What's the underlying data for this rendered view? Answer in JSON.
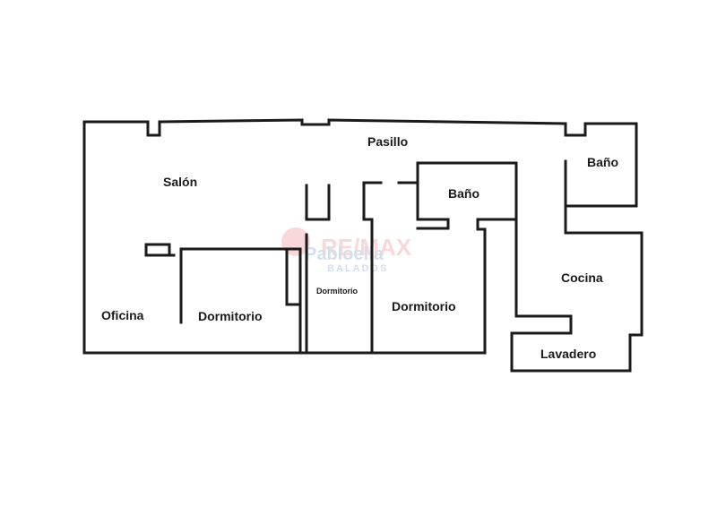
{
  "floorplan": {
    "rooms": {
      "salon": "Salón",
      "pasillo": "Pasillo",
      "bano1": "Baño",
      "bano2": "Baño",
      "cocina": "Cocina",
      "oficina": "Oficina",
      "dormitorio1": "Dormitorio",
      "dormitorio2": "Dormitorio",
      "dormitorio3": "Dormitorio",
      "lavadero": "Lavadero"
    },
    "watermark": {
      "brand": "RE/MAX",
      "agency": "Pabloelia",
      "sub": "BALADOS",
      "color": "#e8505b"
    },
    "colors": {
      "wall": "#1a1a1a",
      "background": "#ffffff"
    }
  }
}
